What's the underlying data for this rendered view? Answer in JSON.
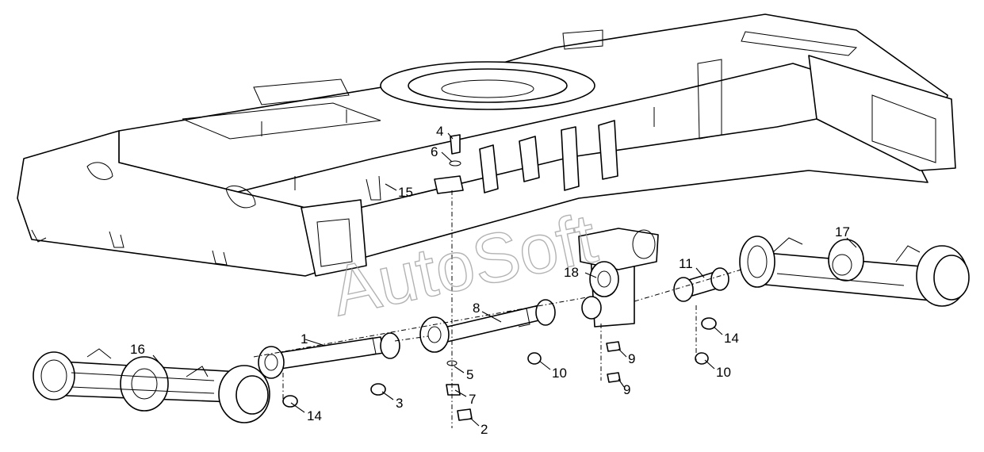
{
  "watermark": "AutoSoft",
  "callouts": [
    {
      "id": "1",
      "label": "1"
    },
    {
      "id": "2",
      "label": "2"
    },
    {
      "id": "3",
      "label": "3"
    },
    {
      "id": "4",
      "label": "4"
    },
    {
      "id": "5",
      "label": "5"
    },
    {
      "id": "6",
      "label": "6"
    },
    {
      "id": "7",
      "label": "7"
    },
    {
      "id": "8",
      "label": "8"
    },
    {
      "id": "9a",
      "label": "9"
    },
    {
      "id": "9b",
      "label": "9"
    },
    {
      "id": "10a",
      "label": "10"
    },
    {
      "id": "10b",
      "label": "10"
    },
    {
      "id": "11",
      "label": "11"
    },
    {
      "id": "14a",
      "label": "14"
    },
    {
      "id": "14b",
      "label": "14"
    },
    {
      "id": "15",
      "label": "15"
    },
    {
      "id": "16",
      "label": "16"
    },
    {
      "id": "17",
      "label": "17"
    },
    {
      "id": "18",
      "label": "18"
    }
  ]
}
